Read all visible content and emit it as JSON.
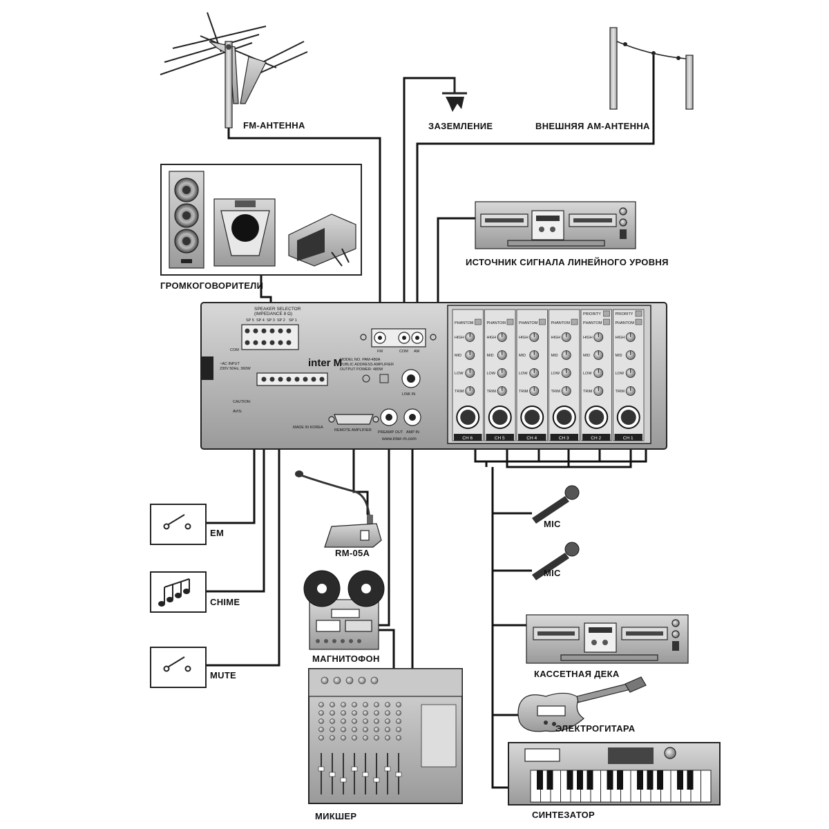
{
  "labels": {
    "fm_antenna": "FM-АНТЕННА",
    "ground": "ЗАЗЕМЛЕНИЕ",
    "am_antenna": "ВНЕШНЯЯ АМ-АНТЕННА",
    "speakers": "ГРОМКОГОВОРИТЕЛИ",
    "line_source": "ИСТОЧНИК СИГНАЛА ЛИНЕЙНОГО УРОВНЯ",
    "em": "EM",
    "chime": "CHIME",
    "mute": "MUTE",
    "rm05a": "RM-05A",
    "tape_recorder": "МАГНИТОФОН",
    "mixer": "МИКШЕР",
    "mic1": "MIC",
    "mic2": "MIC",
    "cassette_deck": "КАССЕТНАЯ ДЕКА",
    "guitar": "ЭЛЕКТРОГИТАРА",
    "synth": "СИНТЕЗАТОР"
  },
  "amplifier": {
    "brand": "inter M",
    "model_line1": "MODEL NO. PAM-480A",
    "model_line2": "PUBLIC ADDRESS AMPLIFIER",
    "model_line3": "OUTPUT POWER: 480W",
    "speaker_selector": "SPEAKER SELECTOR",
    "impedance": "(IMPEDANCE 8 Ω)",
    "sp_labels": [
      "SP 5",
      "SP 4",
      "SP 3",
      "SP 2",
      "SP 1"
    ],
    "com": "COM",
    "ac_input_1": "~AC INPUT",
    "ac_input_2": "230V 50Hz, 360W",
    "caution": "CAUTION:",
    "avis": "AVIS:",
    "made_in": "MADE IN KOREA",
    "fm": "FM",
    "com_jack": "COM",
    "am": "AM",
    "link_in": "LINK IN",
    "remote_amplifier": "REMOTE AMPLIFIER",
    "preamp_out": "PREAMP OUT",
    "amp_in": "AMP IN",
    "website": "www.inter-m.com",
    "channels": [
      "CH 6",
      "CH 5",
      "CH 4",
      "CH 3",
      "CH 2",
      "CH 1"
    ],
    "phantom": "PHANTOM",
    "priority": "PRIORITY",
    "eq_labels": [
      "HIGH",
      "MID",
      "LOW",
      "TRIM"
    ]
  }
}
